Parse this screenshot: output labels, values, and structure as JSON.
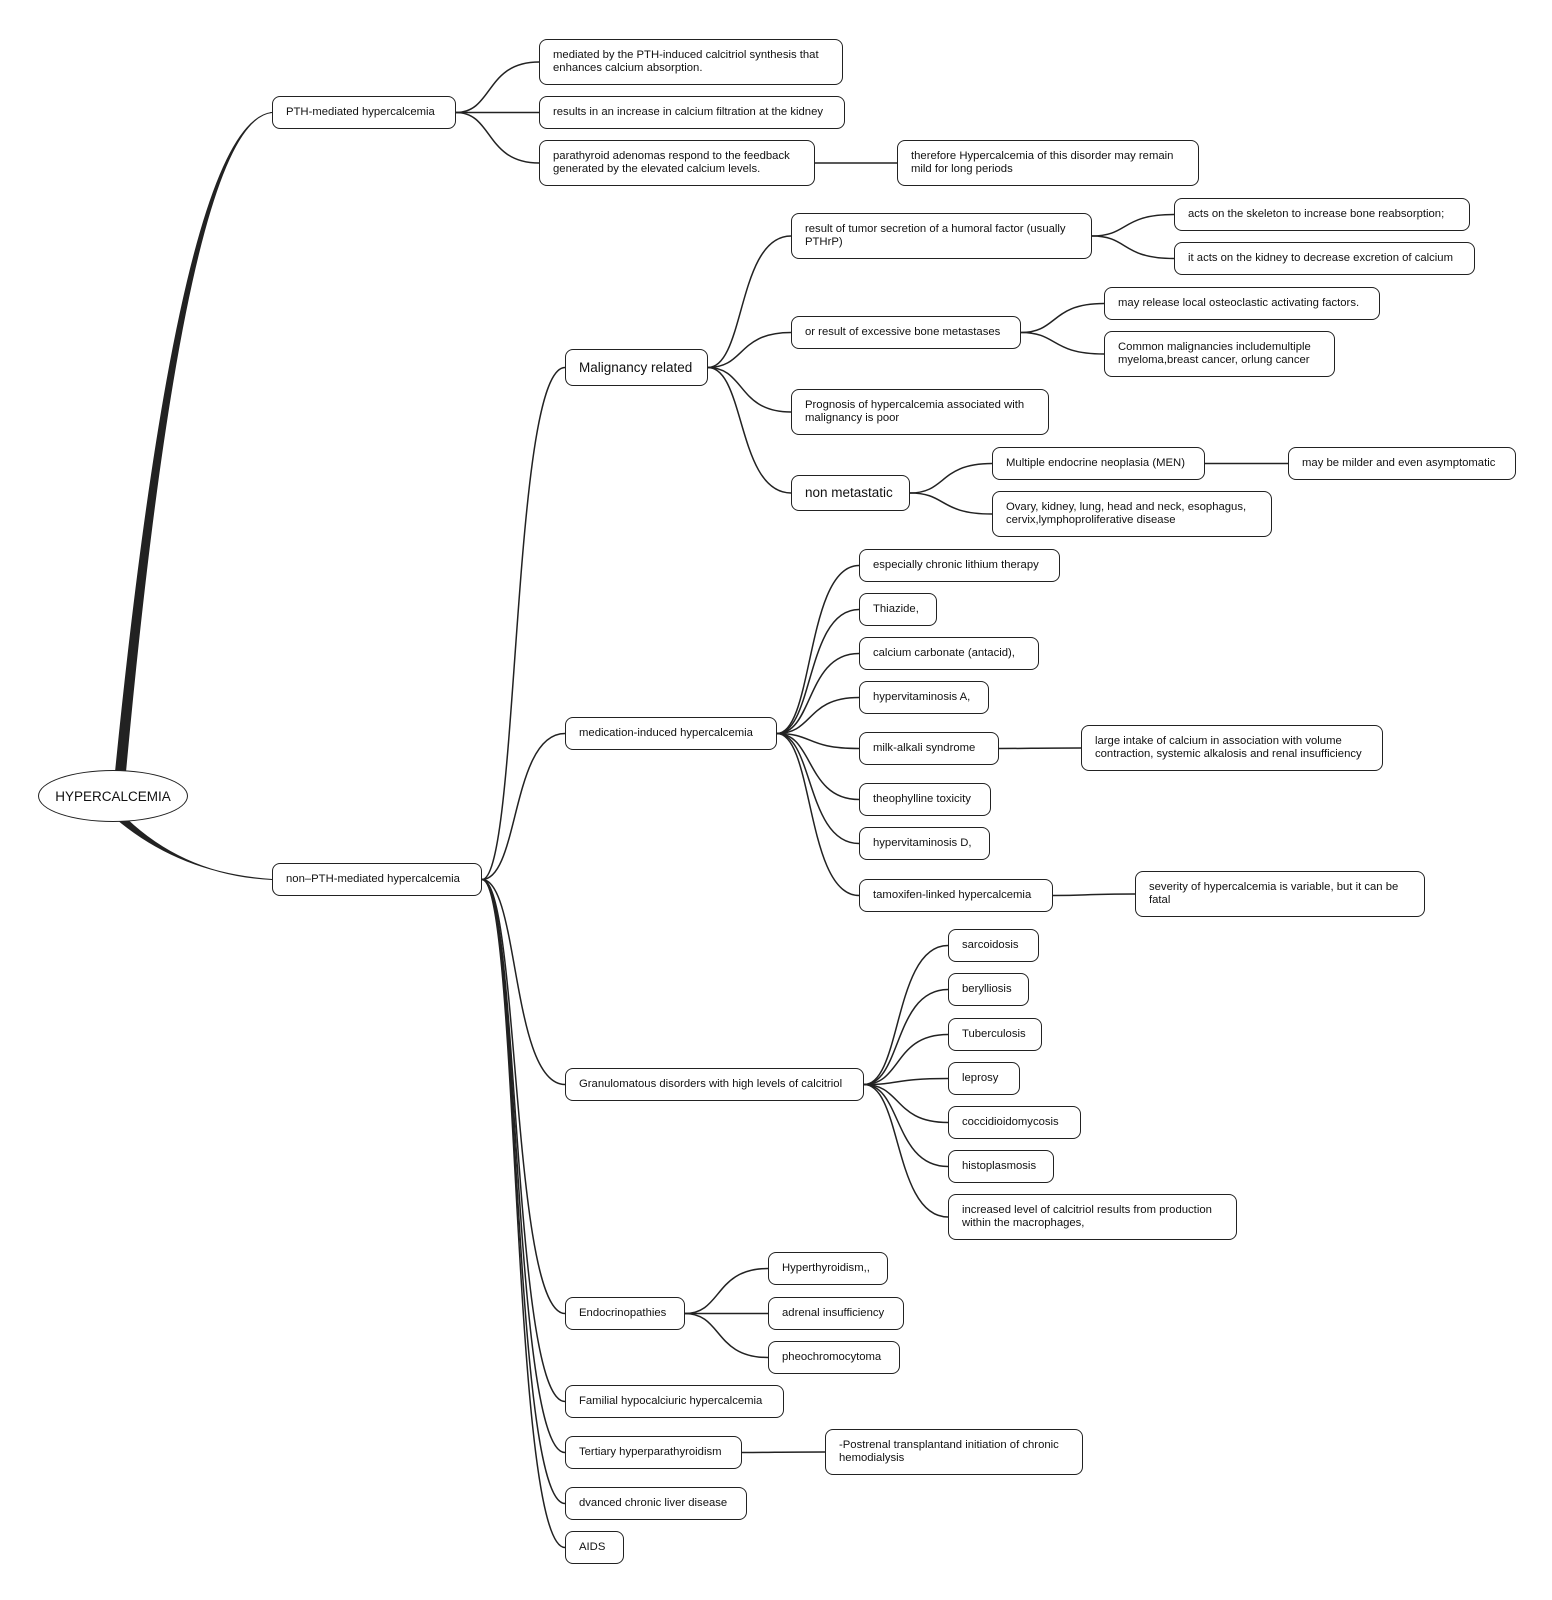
{
  "root": "HYPERCALCEMIA",
  "pth": {
    "label": "PTH-mediated hypercalcemia",
    "mediated": "mediated by the PTH-induced calcitriol synthesis that enhances calcium absorption.",
    "filtration": "results in an increase in calcium filtration at the kidney",
    "adenomas": "parathyroid adenomas respond to the feedback generated by the elevated calcium levels.",
    "mild": "therefore Hypercalcemia of this disorder may remain mild for long periods"
  },
  "non_pth": {
    "label": "non–PTH-mediated hypercalcemia",
    "malignancy": {
      "label": "Malignancy related",
      "humoral": "result of tumor secretion of a humoral factor (usually PTHrP)",
      "skeleton": "acts on the skeleton to increase bone reabsorption;",
      "kidney": "it acts on the kidney to decrease excretion of calcium",
      "metastases": "or result of excessive bone metastases",
      "osteoclastic": "may release local osteoclastic activating factors.",
      "common": "Common malignancies includemultiple myeloma,breast cancer, orlung cancer",
      "prognosis": "Prognosis of hypercalcemia associated with malignancy is poor",
      "non_metastatic": "non metastatic",
      "men": "Multiple endocrine neoplasia (MEN)",
      "milder": "may be milder and even asymptomatic",
      "ovary": "Ovary, kidney, lung, head and neck, esophagus, cervix,lymphoproliferative disease"
    },
    "medication": {
      "label": "medication-induced hypercalcemia",
      "lithium": "especially chronic lithium therapy",
      "thiazide": "Thiazide,",
      "carbonate": "calcium carbonate (antacid),",
      "vit_a": "hypervitaminosis A,",
      "milk": "milk-alkali syndrome",
      "milk_detail": "large intake of calcium in association with volume contraction, systemic alkalosis and renal insufficiency",
      "theophylline": "theophylline toxicity",
      "vit_d": "hypervitaminosis D,",
      "tamoxifen": "tamoxifen-linked hypercalcemia",
      "tamoxifen_detail": "severity of hypercalcemia is variable, but it can be fatal"
    },
    "granulomatous": {
      "label": "Granulomatous disorders with high levels of calcitriol",
      "sarcoidosis": "sarcoidosis",
      "berylliosis": "berylliosis",
      "tuberculosis": "Tuberculosis",
      "leprosy": "leprosy",
      "cocci": "coccidioidomycosis",
      "histo": "histoplasmosis",
      "macrophages": "increased level of calcitriol results from production within the macrophages,"
    },
    "endocrinopathies": {
      "label": "Endocrinopathies",
      "hyperthyroidism": "Hyperthyroidism,,",
      "adrenal": "adrenal insufficiency",
      "pheo": "pheochromocytoma"
    },
    "familial": "Familial hypocalciuric hypercalcemia",
    "tertiary": {
      "label": "Tertiary hyperparathyroidism",
      "detail": "-Postrenal transplantand initiation of chronic hemodialysis"
    },
    "liver": "dvanced chronic liver disease",
    "aids": "AIDS"
  }
}
